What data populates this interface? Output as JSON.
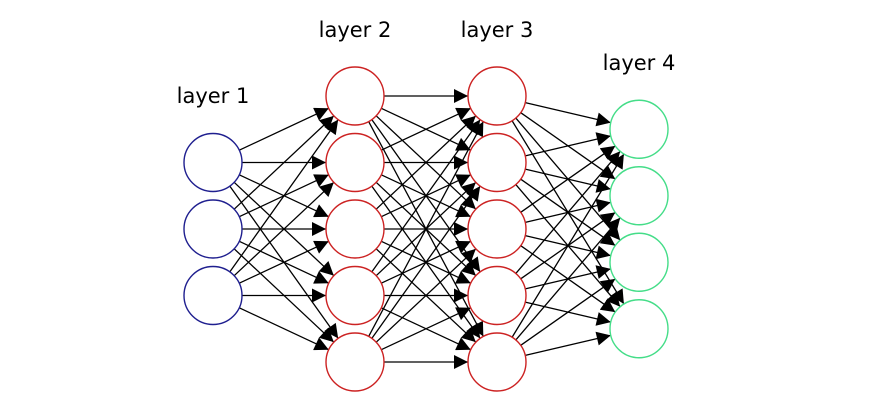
{
  "diagram": {
    "layers": [
      {
        "label": "layer 1",
        "neurons": 3,
        "color": "#1f1f8f"
      },
      {
        "label": "layer 2",
        "neurons": 5,
        "color": "#cc2222"
      },
      {
        "label": "layer 3",
        "neurons": 5,
        "color": "#cc2222"
      },
      {
        "label": "layer 4",
        "neurons": 4,
        "color": "#44dd88"
      }
    ],
    "connections": "fully-connected",
    "edge_color": "#000000"
  }
}
